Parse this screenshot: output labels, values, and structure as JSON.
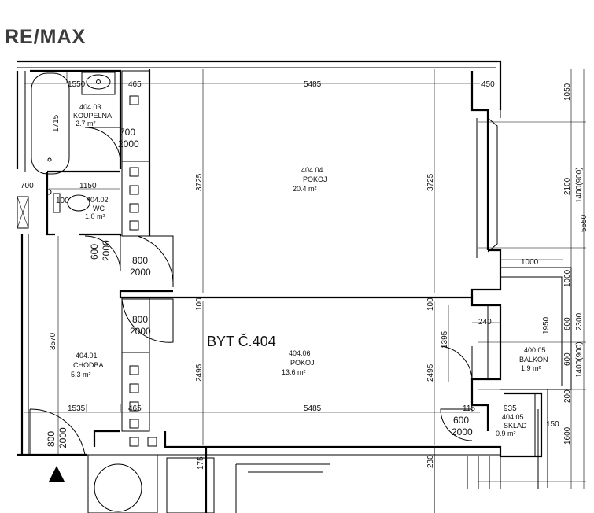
{
  "logo": {
    "text": "RE/MAX"
  },
  "plan": {
    "title": "BYT Č.404",
    "rooms": [
      {
        "id": "404.03",
        "name": "KOUPELNA",
        "area": "2.7 m²"
      },
      {
        "id": "404.02",
        "name": "WC",
        "area": "1.0 m²"
      },
      {
        "id": "404.04",
        "name": "POKOJ",
        "area": "20.4 m²"
      },
      {
        "id": "404.01",
        "name": "CHODBA",
        "area": "5.3 m²"
      },
      {
        "id": "404.06",
        "name": "POKOJ",
        "area": "13.6 m²"
      },
      {
        "id": "400.05",
        "name": "BALKON",
        "area": "1.9 m²"
      },
      {
        "id": "404.05",
        "name": "SKLAD",
        "area": "0.9 m²"
      }
    ],
    "doors": [
      {
        "w": "700",
        "h": "2000"
      },
      {
        "w": "800",
        "h": "2000"
      },
      {
        "w": "800",
        "h": "2000"
      },
      {
        "w": "600",
        "h": "2000"
      },
      {
        "w": "600",
        "h": "2000"
      },
      {
        "w": "800",
        "h": "2000"
      }
    ],
    "dims_h": [
      "1550",
      "465",
      "5485",
      "450",
      "1150",
      "100",
      "700",
      "1000",
      "240",
      "1535",
      "465",
      "5485",
      "115",
      "935",
      "150"
    ],
    "dims_v": [
      "1050",
      "2100",
      "1400(900)",
      "1000",
      "600",
      "2300",
      "1400(900)",
      "1950",
      "600",
      "200",
      "1600",
      "1715",
      "3725",
      "3725",
      "100",
      "100",
      "3570",
      "2495",
      "2495",
      "1395",
      "230",
      "175",
      "5550"
    ]
  }
}
